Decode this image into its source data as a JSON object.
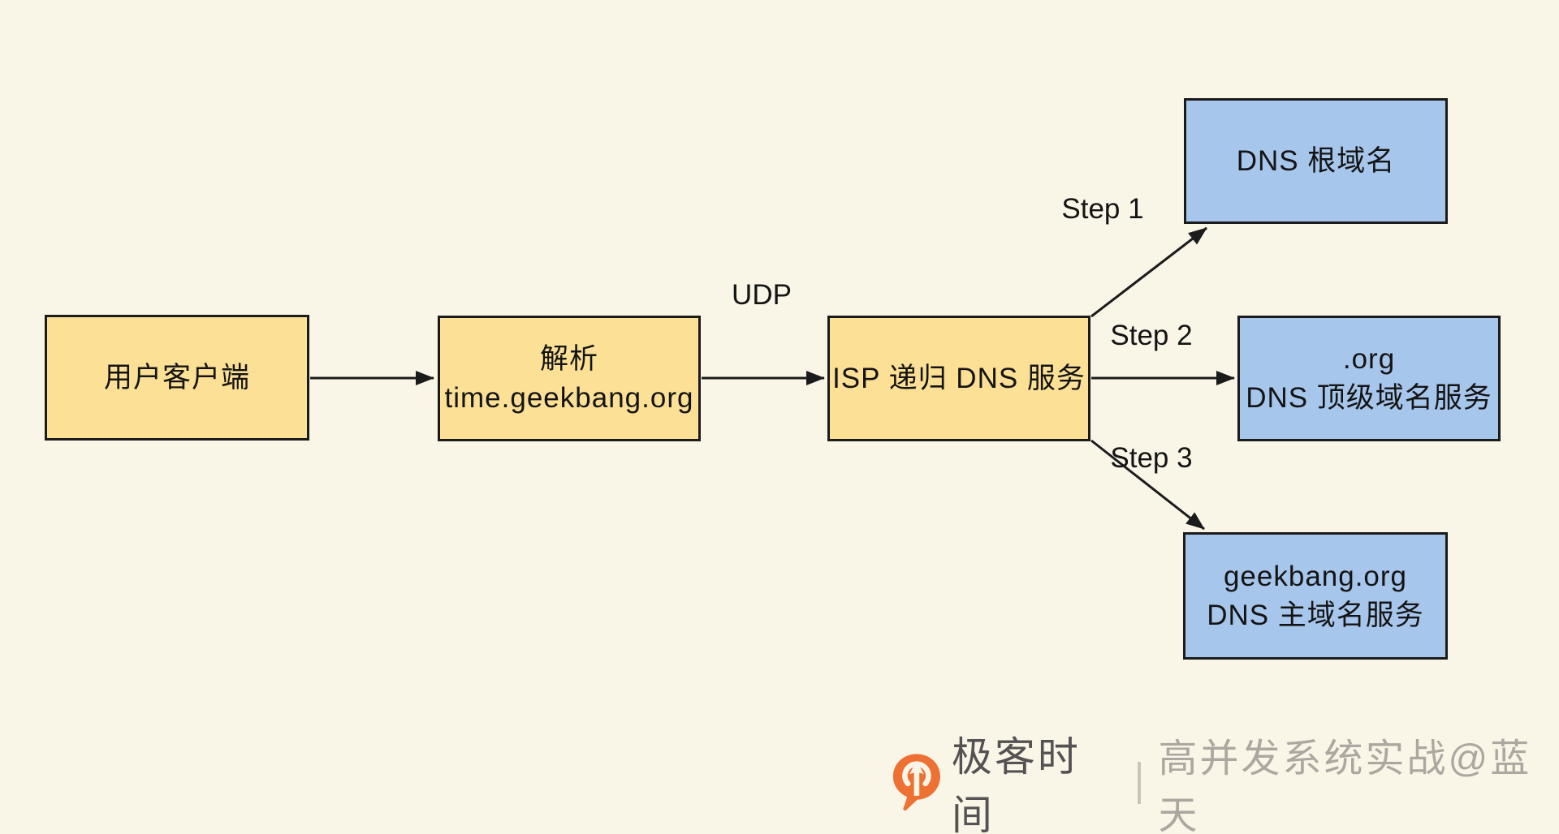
{
  "diagram_title": "DNS recursive resolution flow",
  "colors": {
    "background": "#FAF6E7",
    "node_yellow": "#FBE095",
    "node_blue": "#A7C6EB",
    "line_black": "#1b1b1b",
    "brand_orange": "#ED7133",
    "brand_text_gray": "#565152",
    "subtitle_gray": "#ACA8A1"
  },
  "nodes": {
    "client": {
      "label": "用户客户端"
    },
    "resolve": {
      "lines": [
        "解析",
        "time.geekbang.org"
      ]
    },
    "isp": {
      "label": "ISP 递归 DNS 服务"
    },
    "root": {
      "label": "DNS 根域名"
    },
    "tld": {
      "lines": [
        ".org",
        "DNS 顶级域名服务"
      ]
    },
    "auth": {
      "lines": [
        "geekbang.org",
        "DNS 主域名服务"
      ]
    }
  },
  "edges": [
    {
      "from": "client",
      "to": "resolve",
      "label": ""
    },
    {
      "from": "resolve",
      "to": "isp",
      "label": "UDP"
    },
    {
      "from": "isp",
      "to": "root",
      "label": "Step 1"
    },
    {
      "from": "isp",
      "to": "tld",
      "label": "Step 2"
    },
    {
      "from": "isp",
      "to": "auth",
      "label": "Step 3"
    }
  ],
  "footer": {
    "brand": "极客时间",
    "subtitle": "高并发系统实战@蓝天"
  }
}
